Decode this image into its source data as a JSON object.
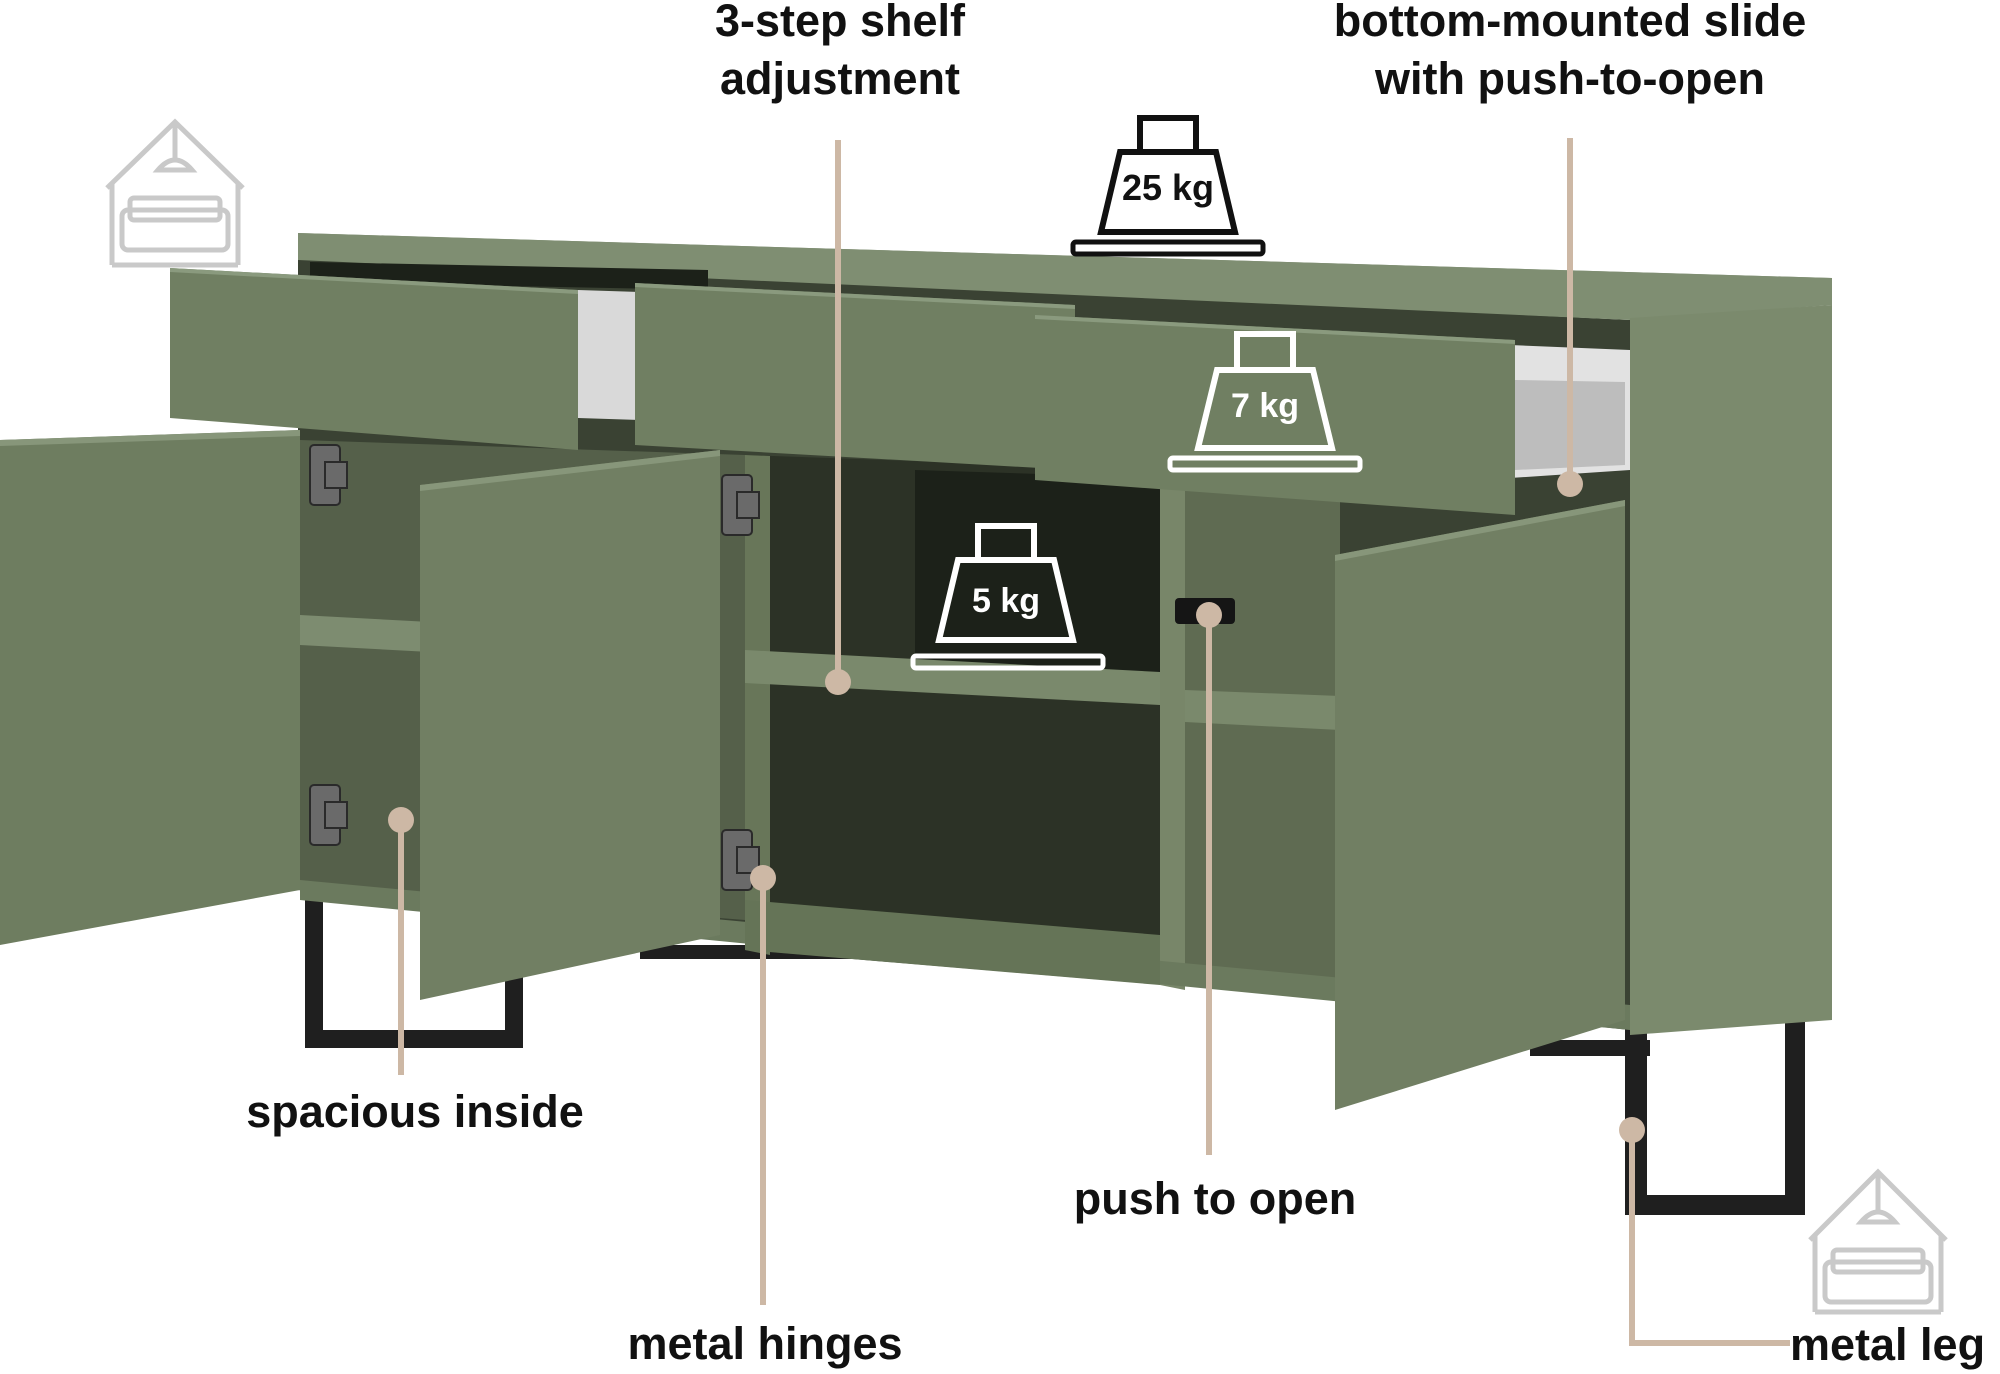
{
  "colors": {
    "cabinet_green": "#707f62",
    "cabinet_side": "#7b8a6d",
    "cabinet_top": "#86957a",
    "interior_dark": "#3a4233",
    "interior_shadow": "#1c2119",
    "metal_black": "#1f1f1f",
    "leader_beige": "#cdb8a5",
    "label_text": "#111111",
    "logo_grey": "#c9c9c9"
  },
  "icons": {
    "logo_top_left": "house-sofa-logo-icon",
    "logo_bottom_right": "house-sofa-logo-icon",
    "weight_icon": "kettlebell-weight-icon"
  },
  "weights": {
    "top": "25 kg",
    "drawer": "7 kg",
    "shelf": "5 kg"
  },
  "labels": {
    "shelf_adjustment": {
      "line1": "3-step shelf",
      "line2": "adjustment"
    },
    "slide": {
      "line1": "bottom-mounted slide",
      "line2": "with push-to-open"
    },
    "spacious": "spacious inside",
    "hinges": "metal hinges",
    "push": "push to open",
    "leg": "metal leg"
  }
}
